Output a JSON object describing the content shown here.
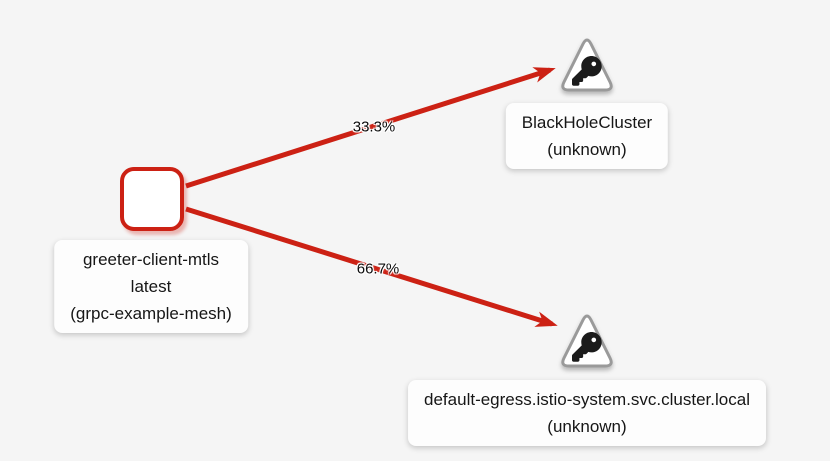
{
  "graph": {
    "background_color": "#f5f5f5",
    "edge_color": "#cc2114",
    "nodes": [
      {
        "id": "greeter-client-mtls",
        "shape": "rounded-square",
        "border_color": "#cc2114",
        "label_lines": [
          "greeter-client-mtls",
          "latest",
          "(grpc-example-mesh)"
        ]
      },
      {
        "id": "BlackHoleCluster",
        "shape": "triangle",
        "border_color": "#9a9a9a",
        "icon": "key-icon",
        "label_lines": [
          "BlackHoleCluster",
          "(unknown)"
        ]
      },
      {
        "id": "default-egress",
        "shape": "triangle",
        "border_color": "#9a9a9a",
        "icon": "key-icon",
        "label_lines": [
          "default-egress.istio-system.svc.cluster.local",
          "(unknown)"
        ]
      }
    ],
    "edges": [
      {
        "from": "greeter-client-mtls",
        "to": "BlackHoleCluster",
        "label": "33.3%",
        "color": "#cc2114"
      },
      {
        "from": "greeter-client-mtls",
        "to": "default-egress",
        "label": "66.7%",
        "color": "#cc2114"
      }
    ]
  }
}
